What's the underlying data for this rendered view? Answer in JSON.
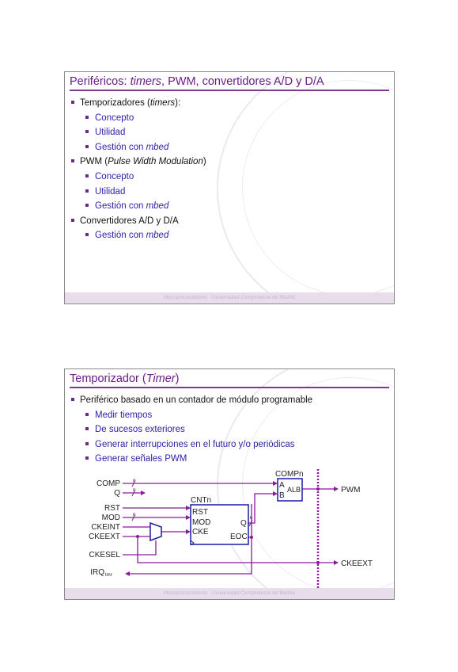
{
  "slide1": {
    "title_pre": "Periféricos: ",
    "title_em": "timers",
    "title_post": ", PWM, convertidores A/D y D/A",
    "items": [
      {
        "level": 1,
        "text": "Temporizadores (",
        "em": "timers",
        "post": "):"
      },
      {
        "level": 2,
        "text": "Concepto"
      },
      {
        "level": 2,
        "text": "Utilidad"
      },
      {
        "level": 2,
        "text": "Gestión con ",
        "em": "mbed"
      },
      {
        "level": 1,
        "text": "PWM (",
        "em": "Pulse Width Modulation",
        "post": ")"
      },
      {
        "level": 2,
        "text": "Concepto"
      },
      {
        "level": 2,
        "text": "Utilidad"
      },
      {
        "level": 2,
        "text": "Gestión con ",
        "em": "mbed"
      },
      {
        "level": 1,
        "text": "Convertidores A/D y D/A"
      },
      {
        "level": 2,
        "text": "Gestión con ",
        "em": "mbed"
      }
    ],
    "footer": "Microprocesadores · Universidad Complutense de Madrid"
  },
  "slide2": {
    "title_pre": "Temporizador (",
    "title_em": "Timer",
    "title_post": ")",
    "items": [
      {
        "level": 1,
        "text": "Periférico basado en un contador de módulo programable"
      },
      {
        "level": 2,
        "text": "Medir tiempos"
      },
      {
        "level": 2,
        "text": "De sucesos exteriores"
      },
      {
        "level": 2,
        "text": "Generar interrupciones en el futuro y/o periódicas"
      },
      {
        "level": 2,
        "text": "Generar señales PWM"
      }
    ],
    "footer": "Microprocesadores · Universidad Complutense de Madrid",
    "diagram": {
      "left_labels": [
        "COMP",
        "Q",
        "RST",
        "MOD",
        "CKEINT",
        "CKEEXT",
        "CKESEL",
        "IRQ"
      ],
      "irq_sub": "tmr",
      "bus_n": "n",
      "comp_title": "COMPn",
      "comp_a": "A",
      "comp_b": "B",
      "comp_alb": "ALB",
      "cnt_title": "CNTn",
      "cnt_pins": [
        "RST",
        "MOD",
        "CKE"
      ],
      "cnt_q": "Q",
      "cnt_eoc": "EOC",
      "out_pwm": "PWM",
      "out_ckeext": "CKEEXT"
    },
    "colors": {
      "wire": "#8a1a9a",
      "block": "#1a1aa8"
    }
  }
}
